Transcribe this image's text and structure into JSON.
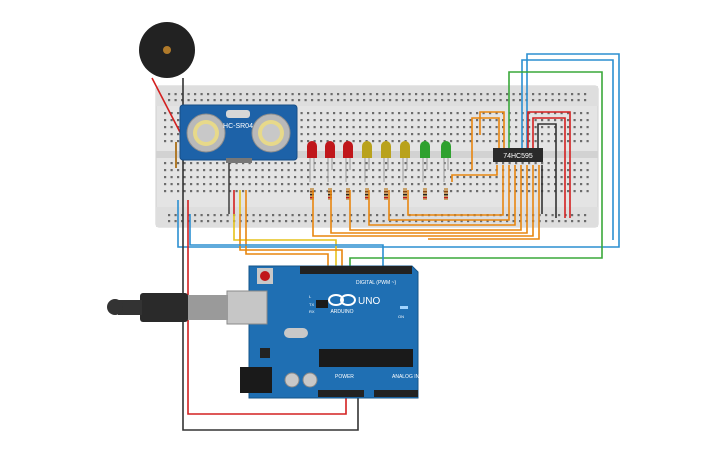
{
  "sensor": {
    "label": "HC-SR04"
  },
  "shift_register": {
    "label": "74HC595"
  },
  "arduino": {
    "model": "UNO",
    "brand": "ARDUINO",
    "digital_header": "DIGITAL (PWM ~)",
    "power_header": "POWER",
    "analog_header": "ANALOG IN",
    "tx_label": "TX",
    "rx_label": "RX",
    "on_label": "ON",
    "l_label": "L"
  },
  "leds": [
    {
      "color": "red",
      "hex": "#c0171b"
    },
    {
      "color": "red",
      "hex": "#c0171b"
    },
    {
      "color": "red",
      "hex": "#c0171b"
    },
    {
      "color": "yellow",
      "hex": "#b9a21c"
    },
    {
      "color": "yellow",
      "hex": "#b9a21c"
    },
    {
      "color": "yellow",
      "hex": "#b9a21c"
    },
    {
      "color": "green",
      "hex": "#2fa12f"
    },
    {
      "color": "green",
      "hex": "#2fa12f"
    }
  ],
  "colors": {
    "board_blue": "#1f6fb3",
    "breadboard": "#e6e6e6",
    "wire_orange": "#e8860f",
    "wire_blue": "#2b8fd1",
    "wire_green": "#3aa83a",
    "wire_red": "#d32020",
    "wire_yellow": "#e6c21a",
    "wire_black": "#333333"
  },
  "icons": {
    "buzzer": "buzzer-icon",
    "usb": "usb-cable-icon",
    "power_jack": "dc-jack-icon"
  }
}
